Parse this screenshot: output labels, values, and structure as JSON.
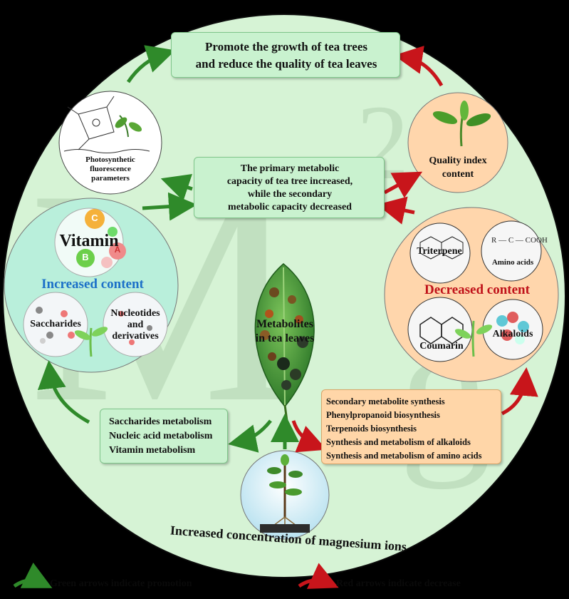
{
  "watermark": "Mg",
  "top_box": {
    "line1": "Promote the growth of tea trees",
    "line2": "and reduce the quality of tea leaves"
  },
  "center_box": {
    "line1": "The primary metabolic",
    "line2": "capacity of tea tree increased,",
    "line3": "while the secondary",
    "line4": "metabolic capacity decreased"
  },
  "photosynthetic": {
    "line1": "Photosynthetic",
    "line2": "fluorescence",
    "line3": "parameters"
  },
  "quality_index": {
    "line1": "Quality index",
    "line2": "content"
  },
  "increased": {
    "title": "Increased content",
    "vitamin": "Vitamin",
    "vitamin_letters": [
      "C",
      "B",
      "A"
    ],
    "saccharides": "Saccharides",
    "nucleotides_line1": "Nucleotides",
    "nucleotides_line2": "and",
    "nucleotides_line3": "derivatives"
  },
  "decreased": {
    "title": "Decreased content",
    "triterpene": "Triterpene",
    "amino": "Amino acids",
    "coumarin": "Coumarin",
    "alkaloids": "Alkaloids"
  },
  "leaf": {
    "line1": "Metabolites",
    "line2": "in tea leaves"
  },
  "green_list": [
    "Saccharides metabolism",
    "Nucleic acid metabolism",
    "Vitamin metabolism"
  ],
  "orange_list": [
    "Secondary metabolite synthesis",
    "Phenylpropanoid biosynthesis",
    "Terpenoids biosynthesis",
    "Synthesis and metabolism of alkaloids",
    "Synthesis and metabolism of amino acids"
  ],
  "bottom_caption": "Increased concentration of magnesium ions",
  "legend": {
    "green": "Green arrows indicate promotion",
    "red": "Red arrows indicate decrease"
  },
  "colors": {
    "background": "#000000",
    "circle": "#d6f3d5",
    "increased_title": "#1c70c8",
    "decreased_title": "#c0121a",
    "green_arrow": "#2f8a2a",
    "red_arrow": "#c8151b"
  }
}
